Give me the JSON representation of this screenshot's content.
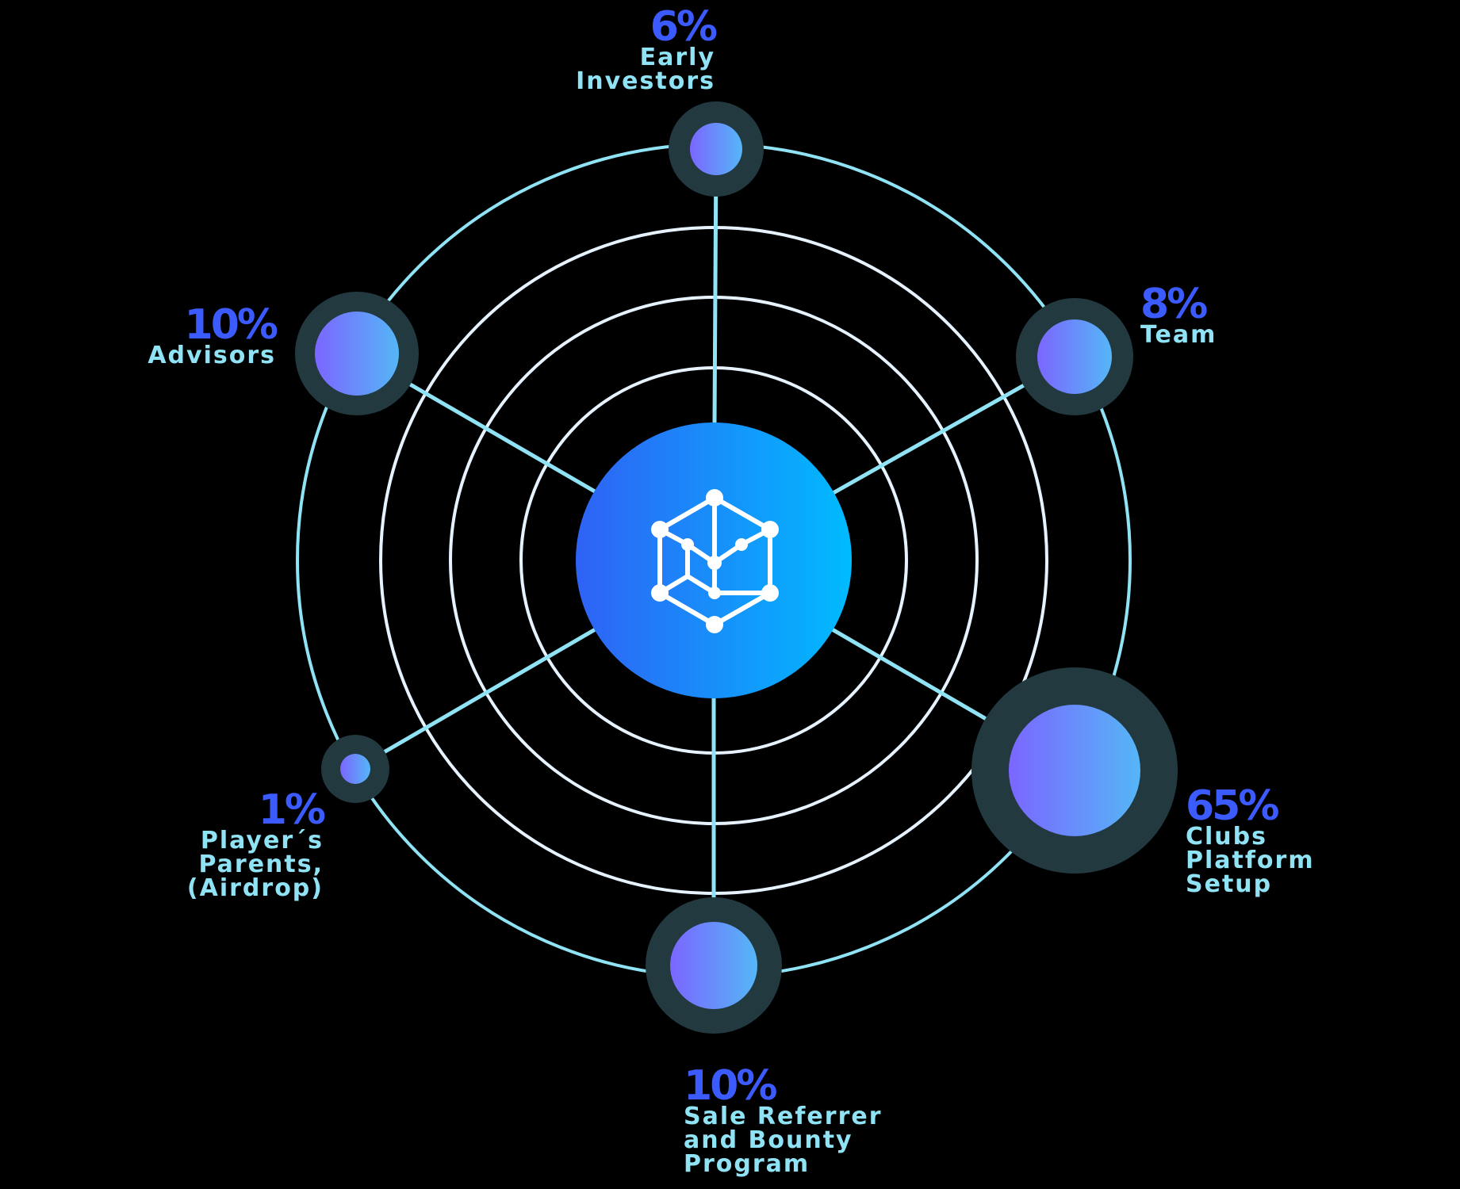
{
  "colors": {
    "background": "#000000",
    "ring_outer": "#8fe3f5",
    "ring_inner": "#e6f3ff",
    "spoke": "#8fe3f5",
    "halo": "#223940",
    "node_gradient_start": "#7b66ff",
    "node_gradient_end": "#55b6f7",
    "hub_gradient_start": "#2f62f5",
    "hub_gradient_end": "#00bbff",
    "percent_text": "#3b5bff",
    "label_text": "#8fe3f5",
    "icon": "#ffffff"
  },
  "center_icon": "network-cube-icon",
  "segments": [
    {
      "id": "early-investors",
      "percent": "6%",
      "value": 6,
      "label": "Early\nInvestors"
    },
    {
      "id": "team",
      "percent": "8%",
      "value": 8,
      "label": "Team"
    },
    {
      "id": "clubs-platform-setup",
      "percent": "65%",
      "value": 65,
      "label": "Clubs\nPlatform\nSetup"
    },
    {
      "id": "sale-referrer-bounty",
      "percent": "10%",
      "value": 10,
      "label": "Sale Referrer\nand Bounty\nProgram"
    },
    {
      "id": "players-parents-airdrop",
      "percent": "1%",
      "value": 1,
      "label": "Player´s\nParents,\n(Airdrop)"
    },
    {
      "id": "advisors",
      "percent": "10%",
      "value": 10,
      "label": "Advisors"
    }
  ]
}
